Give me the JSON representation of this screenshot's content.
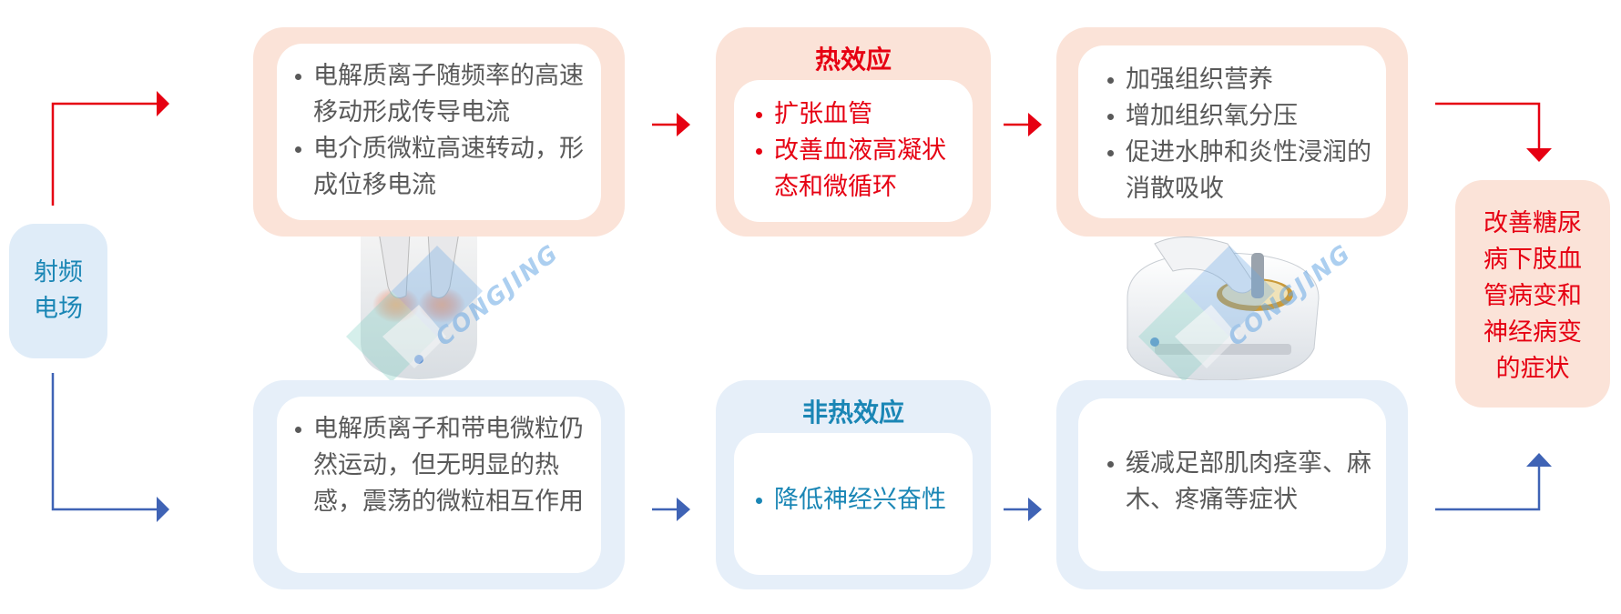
{
  "source": {
    "label": "射频\n电场"
  },
  "thermal": {
    "box1": [
      "电解质离子随频率的高速移动形成传导电流",
      "电介质微粒高速转动，形成位移电流"
    ],
    "title": "热效应",
    "box2": [
      "扩张血管",
      "改善血液高凝状态和微循环"
    ],
    "box3": [
      "加强组织营养",
      "增加组织氧分压",
      "促进水肿和炎性浸润的消散吸收"
    ]
  },
  "nonthermal": {
    "box1": [
      "电解质离子和带电微粒仍然运动，但无明显的热感，震荡的微粒相互作用"
    ],
    "title": "非热效应",
    "box2": [
      "降低神经兴奋性"
    ],
    "box3": [
      "缓减足部肌肉痉挛、麻木、疼痛等症状"
    ]
  },
  "result": {
    "label": "改善糖尿病下肢血管病变和神经病变的症状"
  },
  "watermark": {
    "text": "CONGJING"
  },
  "colors": {
    "red": "#e60012",
    "blue": "#3f63b5",
    "warm": "#fbe3d8",
    "cool": "#e6eff9",
    "teal": "#1a86b5"
  }
}
